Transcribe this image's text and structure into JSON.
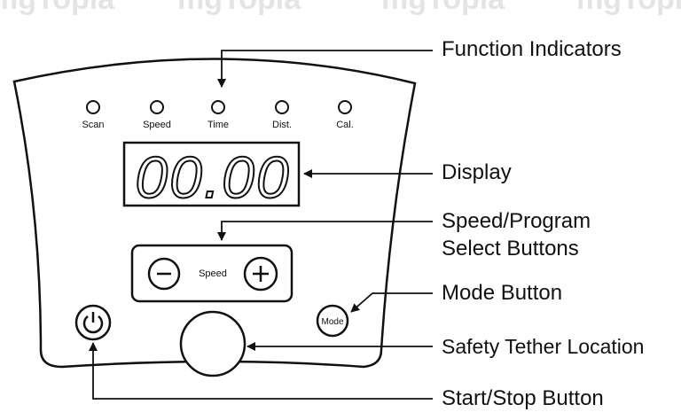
{
  "watermark": {
    "text": "mgTopia",
    "color": "#d9d9d9"
  },
  "panel": {
    "indicators": [
      {
        "label": "Scan"
      },
      {
        "label": "Speed"
      },
      {
        "label": "Time"
      },
      {
        "label": "Dist."
      },
      {
        "label": "Cal."
      }
    ],
    "display_value": "00.00",
    "speed_select": {
      "label": "Speed",
      "minus_icon": "minus-circle-icon",
      "plus_icon": "plus-circle-icon"
    },
    "mode_button_label": "Mode",
    "power_icon": "power-icon"
  },
  "callouts": {
    "function_indicators": "Function Indicators",
    "display": "Display",
    "speed_program_line1": "Speed/Program",
    "speed_program_line2": "Select Buttons",
    "mode_button": "Mode Button",
    "safety_tether": "Safety Tether Location",
    "start_stop": "Start/Stop Button"
  }
}
